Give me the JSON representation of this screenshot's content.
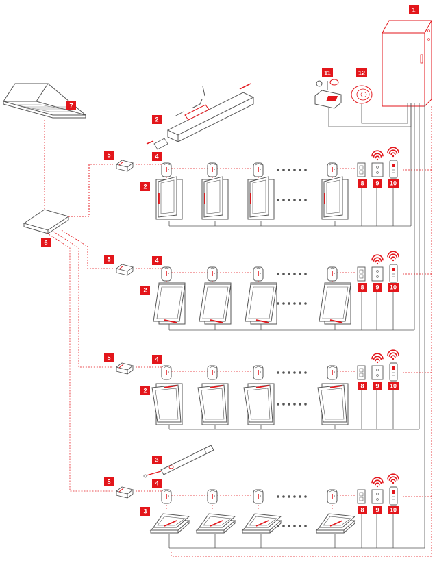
{
  "colors": {
    "accent": "#e3161b",
    "line": "#555555",
    "dotted": "#e3161b",
    "dots": "#555555",
    "background": "#ffffff"
  },
  "badges": {
    "control_panel": "1",
    "actuator_chain": "2",
    "actuator_linear": "3",
    "module": "4",
    "gateway": "5",
    "hub": "6",
    "laptop": "7",
    "wall_switch": "8",
    "wireless_switch": "9",
    "remote": "10",
    "weather_station": "11",
    "smoke_detector": "12"
  },
  "components": {
    "control_panel": "control-panel",
    "laptop": "laptop",
    "hub": "network-hub",
    "weather_station": "weather-station",
    "smoke_detector": "smoke-detector",
    "chain_actuator": "chain-actuator",
    "linear_actuator": "linear-actuator",
    "gateway": "gateway-box",
    "module": "window-module",
    "wall_switch": "wall-switch",
    "wireless_switch": "wireless-switch",
    "remote": "remote-control"
  },
  "rows": [
    {
      "window_type": "side-hung"
    },
    {
      "window_type": "top-hung"
    },
    {
      "window_type": "tilt"
    },
    {
      "window_type": "roof"
    }
  ]
}
